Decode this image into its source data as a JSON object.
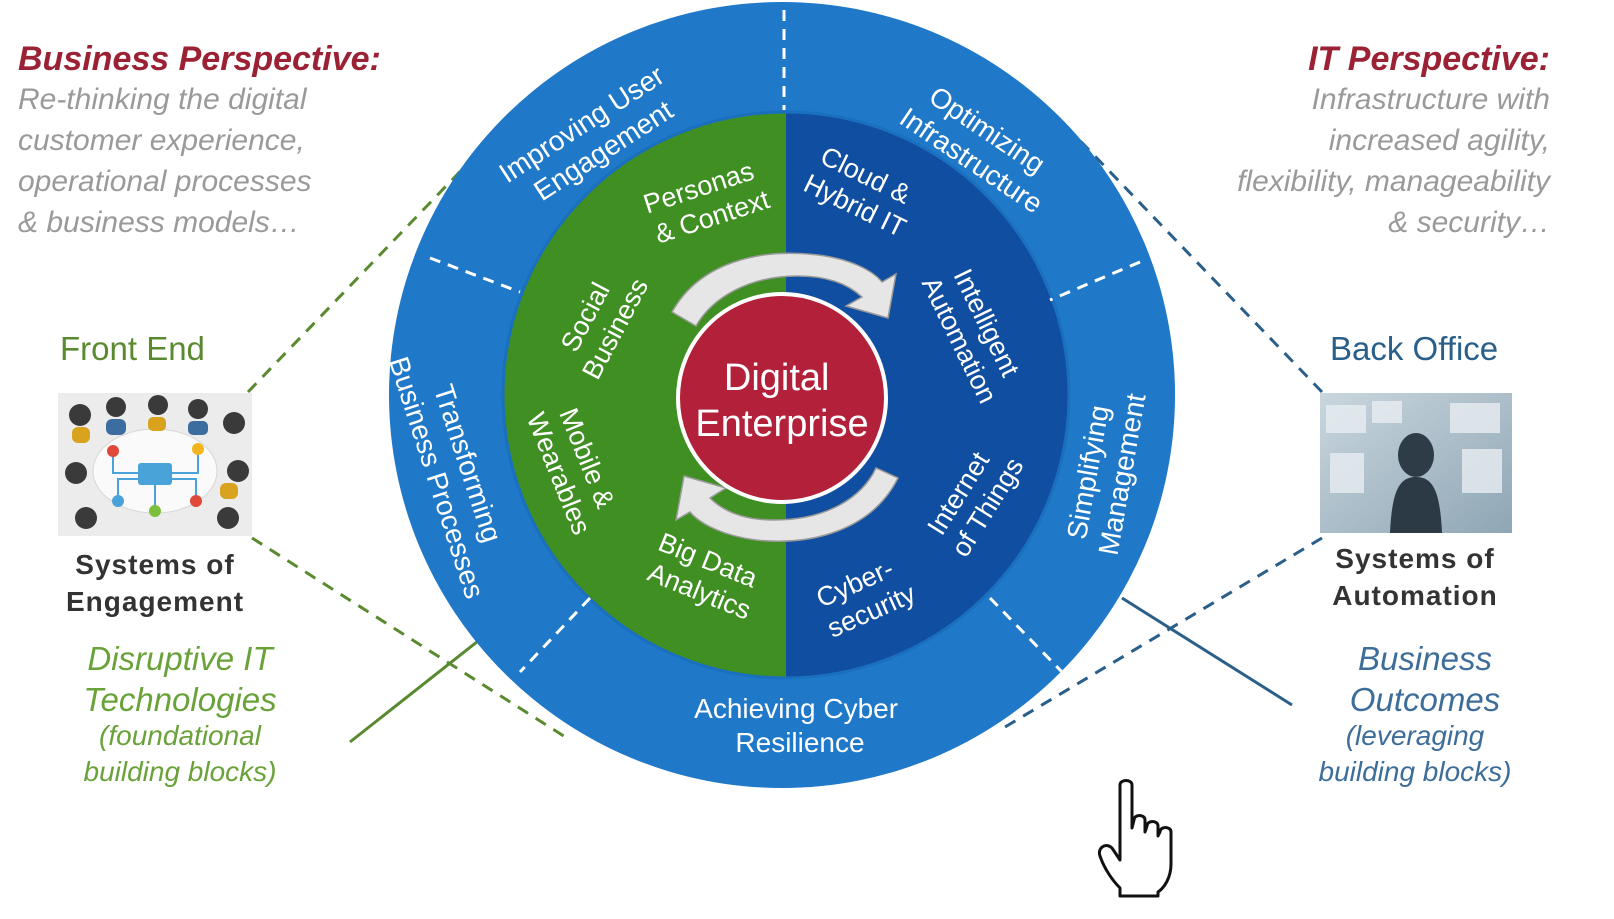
{
  "business": {
    "title": "Business Perspective:",
    "lines": [
      "Re-thinking the digital",
      "customer experience,",
      "operational processes",
      "& business models…"
    ]
  },
  "it": {
    "title": "IT Perspective:",
    "lines": [
      "Infrastructure with",
      "increased agility,",
      "flexibility, manageability",
      "& security…"
    ]
  },
  "front_end": {
    "label": "Front End",
    "systems": [
      "Systems of",
      "Engagement"
    ],
    "disruptive": [
      "Disruptive IT",
      "Technologies"
    ],
    "foundational": [
      "(foundational",
      "building blocks)"
    ]
  },
  "back_office": {
    "label": "Back Office",
    "systems": [
      "Systems of",
      "Automation"
    ],
    "outcomes": [
      "Business",
      "Outcomes"
    ],
    "leveraging": [
      "(leveraging",
      "building blocks)"
    ]
  },
  "outer_ring": {
    "improving": [
      "Improving User",
      "Engagement"
    ],
    "optimizing": [
      "Optimizing",
      "Infrastructure"
    ],
    "simplifying": [
      "Simplifying",
      "Management"
    ],
    "achieving": [
      "Achieving Cyber",
      "Resilience"
    ],
    "transforming": [
      "Transforming",
      "Business Processes"
    ]
  },
  "green_half": {
    "personas": [
      "Personas",
      "& Context"
    ],
    "social": [
      "Social",
      "Business"
    ],
    "mobile": [
      "Mobile &",
      "Wearables"
    ],
    "bigdata": [
      "Big Data",
      "Analytics"
    ]
  },
  "blue_half": {
    "cloud": [
      "Cloud &",
      "Hybrid IT"
    ],
    "automation": [
      "Intelligent",
      "Automation"
    ],
    "iot": [
      "Internet",
      "of Things"
    ],
    "cyber": [
      "Cyber-",
      "security"
    ]
  },
  "center": [
    "Digital",
    "Enterprise"
  ],
  "colors": {
    "outer_ring": "#1f78c8",
    "green": "#3f8f22",
    "dark_blue": "#0f4ea0",
    "center": "#b2203a",
    "business_title": "#9b2234",
    "gray_text": "#9a9a9a"
  },
  "icons": [
    "people-meeting-image",
    "person-screens-image",
    "hand-cursor-icon"
  ]
}
